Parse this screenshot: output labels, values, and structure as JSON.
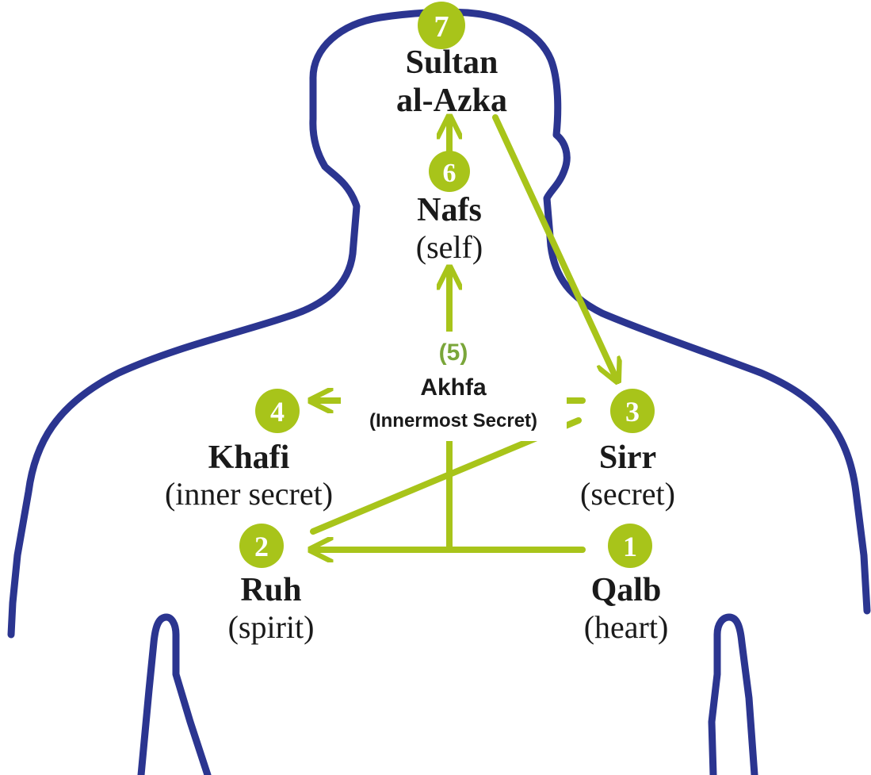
{
  "colors": {
    "outline": "#2b3590",
    "accent": "#a8c41a",
    "label_green": "#7aa63a",
    "text": "#1a1a1a"
  },
  "nodes": {
    "n1": {
      "number": "1",
      "name": "Qalb",
      "meaning": "(heart)"
    },
    "n2": {
      "number": "2",
      "name": "Ruh",
      "meaning": "(spirit)"
    },
    "n3": {
      "number": "3",
      "name": "Sirr",
      "meaning": "(secret)"
    },
    "n4": {
      "number": "4",
      "name": "Khafi",
      "meaning": "(inner secret)"
    },
    "n5": {
      "number": "(5)",
      "name": "Akhfa",
      "meaning": "(Innermost Secret)"
    },
    "n6": {
      "number": "6",
      "name": "Nafs",
      "meaning": "(self)"
    },
    "n7": {
      "number": "7",
      "name_line1": "Sultan",
      "name_line2": "al-Azka"
    }
  }
}
